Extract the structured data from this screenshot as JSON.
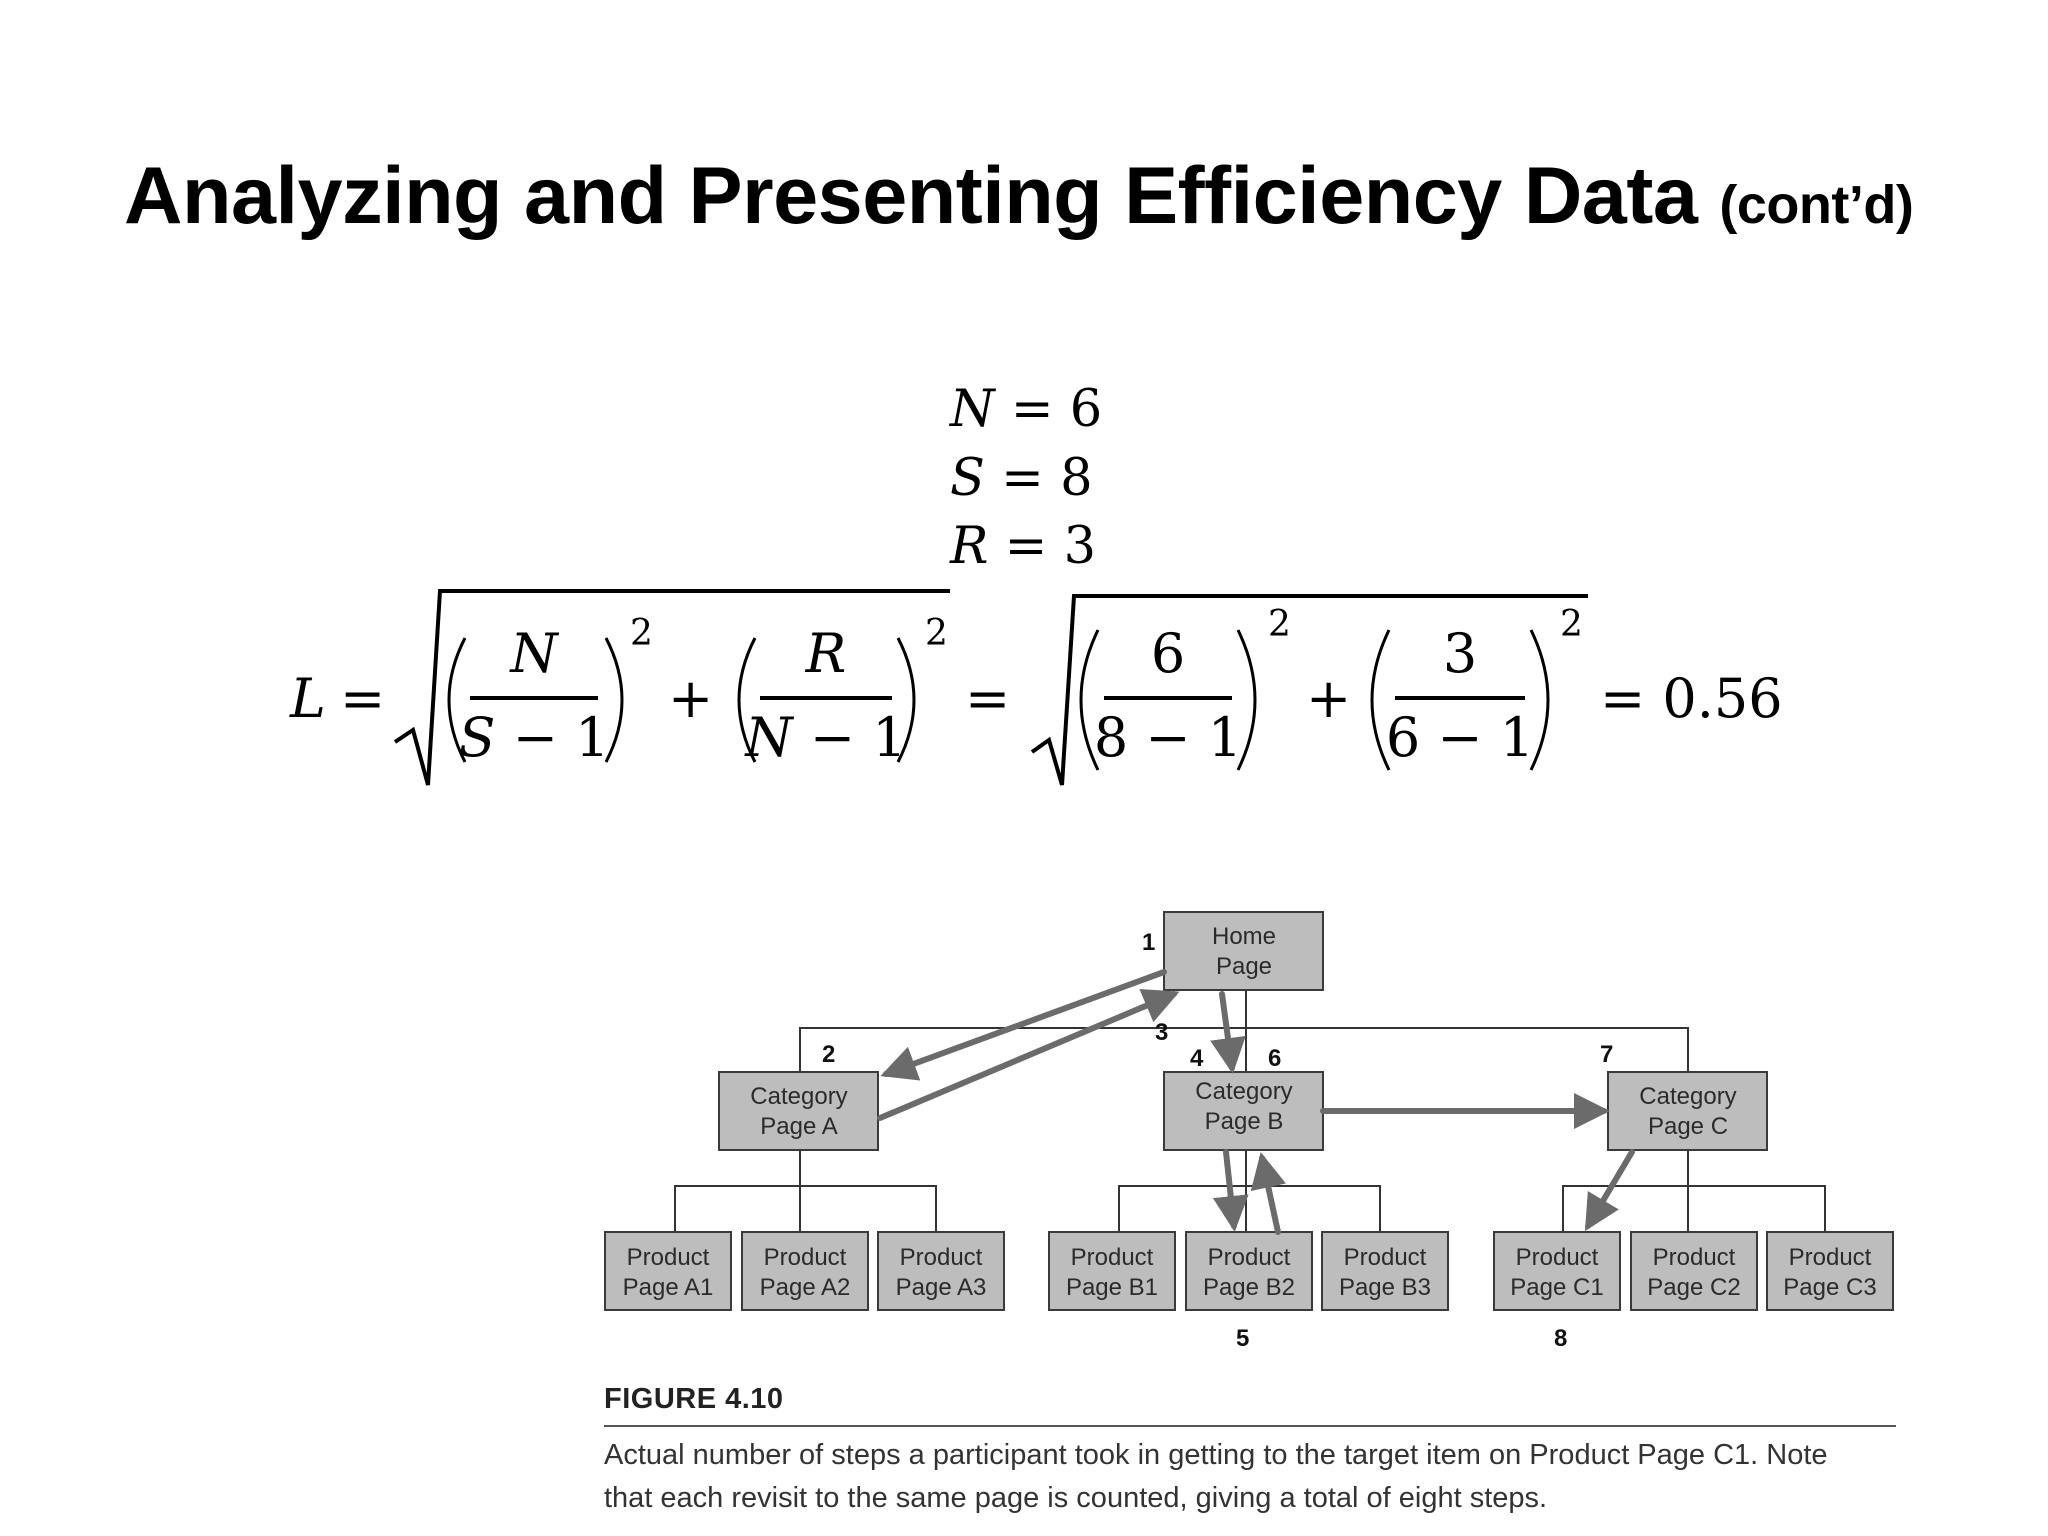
{
  "slide": {
    "title": "Analyzing and Presenting Efficiency Data",
    "title_suffix": "(cont’d)"
  },
  "variables": [
    {
      "name": "N",
      "value": "6"
    },
    {
      "name": "S",
      "value": "8"
    },
    {
      "name": "R",
      "value": "3"
    }
  ],
  "formula": {
    "lhs": "L",
    "symbolic_term1": {
      "num": "N",
      "den_var": "S",
      "den_rest": " − 1"
    },
    "symbolic_term2": {
      "num": "R",
      "den_var": "N",
      "den_rest": " − 1"
    },
    "numeric_term1": {
      "num": "6",
      "den": "8 − 1"
    },
    "numeric_term2": {
      "num": "3",
      "den": "6 − 1"
    },
    "exponent": "2",
    "result": "= 0.56"
  },
  "diagram": {
    "nodes": {
      "home": [
        "Home",
        "Page"
      ],
      "cat_a": [
        "Category",
        "Page A"
      ],
      "cat_b": [
        "Category",
        "Page B"
      ],
      "cat_c": [
        "Category",
        "Page C"
      ],
      "a1": [
        "Product",
        "Page A1"
      ],
      "a2": [
        "Product",
        "Page A2"
      ],
      "a3": [
        "Product",
        "Page A3"
      ],
      "b1": [
        "Product",
        "Page B1"
      ],
      "b2": [
        "Product",
        "Page B2"
      ],
      "b3": [
        "Product",
        "Page B3"
      ],
      "c1": [
        "Product",
        "Page C1"
      ],
      "c2": [
        "Product",
        "Page C2"
      ],
      "c3": [
        "Product",
        "Page C3"
      ]
    },
    "step_labels": [
      "1",
      "2",
      "3",
      "4",
      "5",
      "6",
      "7",
      "8"
    ]
  },
  "figure": {
    "label": "FIGURE 4.10",
    "caption_line1": "Actual number of steps a participant took in getting to the target item on Product Page C1. Note",
    "caption_line2": "that each revisit to the same page is counted, giving a total of eight steps."
  }
}
